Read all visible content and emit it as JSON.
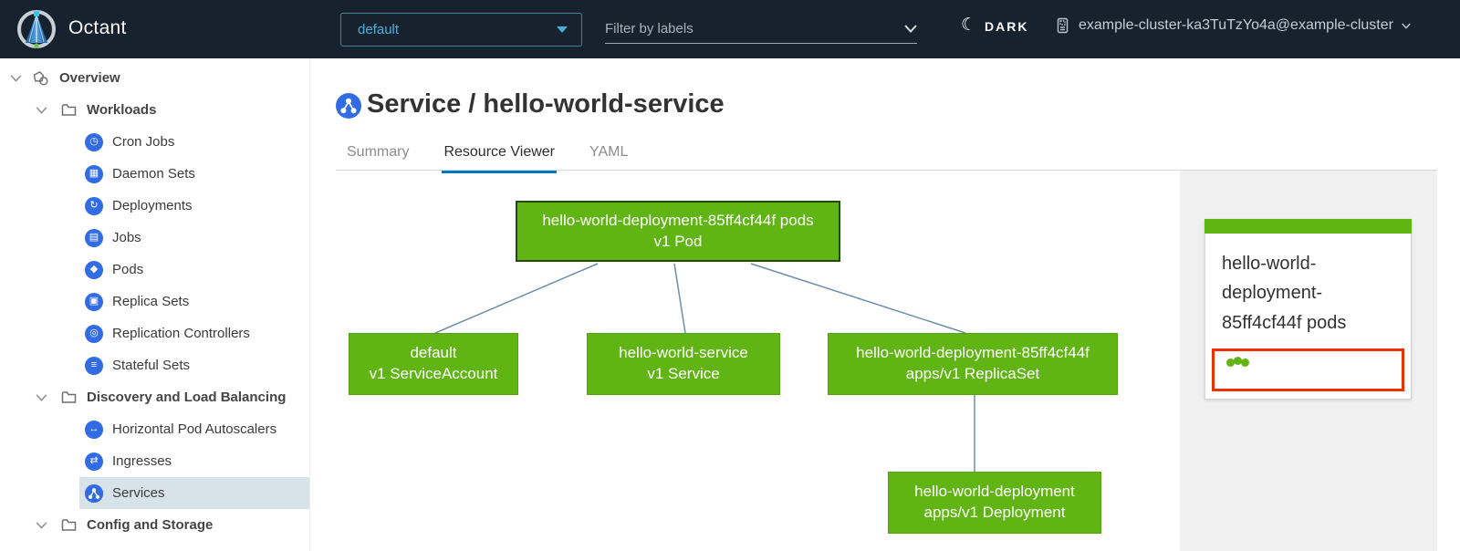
{
  "header": {
    "app_title": "Octant",
    "namespace_dropdown": {
      "value": "default"
    },
    "filter_input": {
      "placeholder": "Filter by labels"
    },
    "theme_toggle": {
      "label": "DARK",
      "moon_glyph": "☾"
    },
    "cluster_selector": {
      "value": "example-cluster-ka3TuTzYo4a@example-cluster"
    }
  },
  "sidebar": {
    "items": [
      {
        "label": "Overview",
        "icon": "overview-icon"
      },
      {
        "label": "Workloads",
        "icon": "folder-icon"
      },
      {
        "label": "Cron Jobs",
        "icon": "cronjob-icon"
      },
      {
        "label": "Daemon Sets",
        "icon": "daemonset-icon"
      },
      {
        "label": "Deployments",
        "icon": "deployment-icon"
      },
      {
        "label": "Jobs",
        "icon": "job-icon"
      },
      {
        "label": "Pods",
        "icon": "pod-icon"
      },
      {
        "label": "Replica Sets",
        "icon": "replicaset-icon"
      },
      {
        "label": "Replication Controllers",
        "icon": "replicationcontroller-icon"
      },
      {
        "label": "Stateful Sets",
        "icon": "statefulset-icon"
      },
      {
        "label": "Discovery and Load Balancing",
        "icon": "folder-icon"
      },
      {
        "label": "Horizontal Pod Autoscalers",
        "icon": "hpa-icon"
      },
      {
        "label": "Ingresses",
        "icon": "ingress-icon"
      },
      {
        "label": "Services",
        "icon": "service-icon",
        "selected": true
      },
      {
        "label": "Config and Storage",
        "icon": "folder-icon"
      }
    ]
  },
  "icons": {
    "cronjob": "◷",
    "daemonset": "▦",
    "deployment": "↻",
    "job": "▤",
    "pod": "◆",
    "replicaset": "▣",
    "replicationcontroller": "◎",
    "statefulset": "≡",
    "hpa": "↔",
    "ingress": "⇄"
  },
  "main": {
    "page_title": "Service / hello-world-service",
    "tabs": [
      {
        "label": "Summary",
        "active": false
      },
      {
        "label": "Resource Viewer",
        "active": true
      },
      {
        "label": "YAML",
        "active": false
      }
    ]
  },
  "graph": {
    "nodes": [
      {
        "id": "pod",
        "line1": "hello-world-deployment-85ff4cf44f pods",
        "line2": "v1 Pod",
        "selected": true
      },
      {
        "id": "serviceaccount",
        "line1": "default",
        "line2": "v1 ServiceAccount",
        "selected": false
      },
      {
        "id": "service",
        "line1": "hello-world-service",
        "line2": "v1 Service",
        "selected": false
      },
      {
        "id": "replicaset",
        "line1": "hello-world-deployment-85ff4cf44f",
        "line2": "apps/v1 ReplicaSet",
        "selected": false
      },
      {
        "id": "deployment",
        "line1": "hello-world-deployment",
        "line2": "apps/v1 Deployment",
        "selected": false
      }
    ],
    "edges": [
      [
        "pod",
        "serviceaccount"
      ],
      [
        "pod",
        "service"
      ],
      [
        "pod",
        "replicaset"
      ],
      [
        "replicaset",
        "deployment"
      ]
    ]
  },
  "detail_panel": {
    "card_title": "hello-world-deployment-85ff4cf44f pods",
    "status_dots": 3
  },
  "colors": {
    "header_bg": "#16232e",
    "accent_blue": "#49afd9",
    "tab_active_underline": "#0079b8",
    "node_green": "#60b515",
    "selected_node_border": "#234a06",
    "edge_blue": "#6b8fad",
    "status_dot_green": "#60b515",
    "alert_border_red": "#ee3000",
    "resource_icon_blue": "#326ce5",
    "sidebar_selected_bg": "#d8e3e9",
    "panel_bg": "#f0f0f0"
  }
}
